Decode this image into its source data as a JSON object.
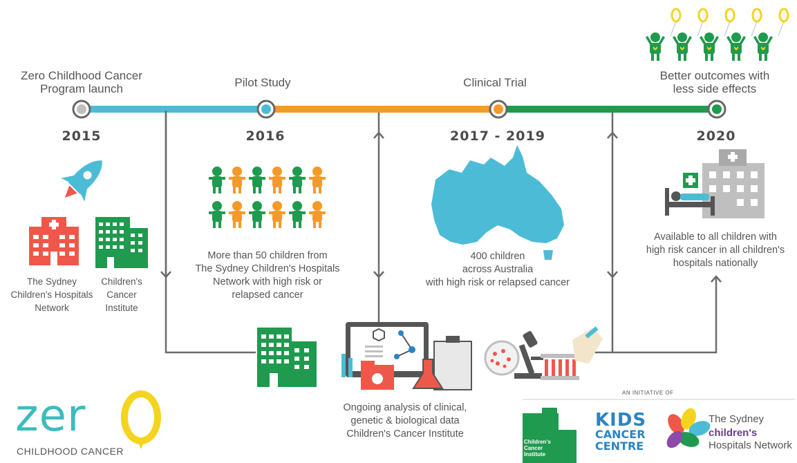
{
  "stages": [
    {
      "label_line1": "Zero Childhood Cancer",
      "label_line2": "Program launch",
      "year": "2015"
    },
    {
      "label": "Pilot Study",
      "year": "2016"
    },
    {
      "label": "Clinical Trial",
      "year": "2017 - 2019"
    },
    {
      "label_line1": "Better outcomes with",
      "label_line2": "less side effects",
      "year": "2020"
    }
  ],
  "partners": {
    "schn_line1": "The Sydney",
    "schn_line2": "Children's Hospitals",
    "schn_line3": "Network",
    "cci_line1": "Children's",
    "cci_line2": "Cancer",
    "cci_line3": "Institute"
  },
  "pilot_desc": [
    "More than 50 children from",
    "The Sydney Children's Hospitals",
    "Network with high risk or",
    "relapsed cancer"
  ],
  "trial_desc": [
    "400 children",
    "across Australia",
    "with high risk or relapsed cancer"
  ],
  "outcome_desc": [
    "Available to all children with",
    "high risk cancer in all children's",
    "hospitals nationally"
  ],
  "analysis_desc": [
    "Ongoing analysis of clinical,",
    "genetic & biological data",
    "Children's Cancer Institute"
  ],
  "logo": {
    "main": "zer",
    "o": "0",
    "sub": "CHILDHOOD CANCER"
  },
  "initiative": {
    "label": "AN INITIATIVE OF",
    "cci": [
      "Children's",
      "Cancer",
      "Institute"
    ],
    "kids_line1": "KIDS",
    "kids_line2": "CANCER",
    "kids_line3": "CENTRE",
    "schn": [
      "The Sydney",
      "children's",
      "Hospitals Network"
    ]
  },
  "colors": {
    "teal": "#4cbcd6",
    "orange": "#f49a2a",
    "green": "#1f9a4e",
    "red": "#f0574b",
    "grey": "#6b6b6b",
    "lightgrey": "#bfbfbf"
  }
}
